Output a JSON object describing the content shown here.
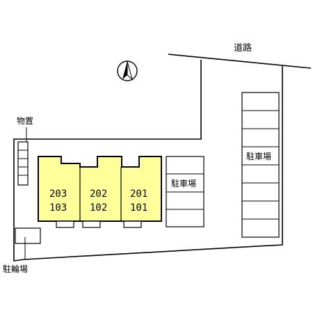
{
  "labels": {
    "road": "道路",
    "storage": "物置",
    "parking_right": "駐車場",
    "parking_middle": "駐車場",
    "bicycle_parking": "駐輪場"
  },
  "units": [
    {
      "upper": "203",
      "lower": "103"
    },
    {
      "upper": "202",
      "lower": "102"
    },
    {
      "upper": "201",
      "lower": "101"
    }
  ],
  "colors": {
    "building_fill": "#ffff99",
    "line": "#000000",
    "background": "#ffffff"
  },
  "icons": {
    "compass": "north-arrow-icon"
  }
}
